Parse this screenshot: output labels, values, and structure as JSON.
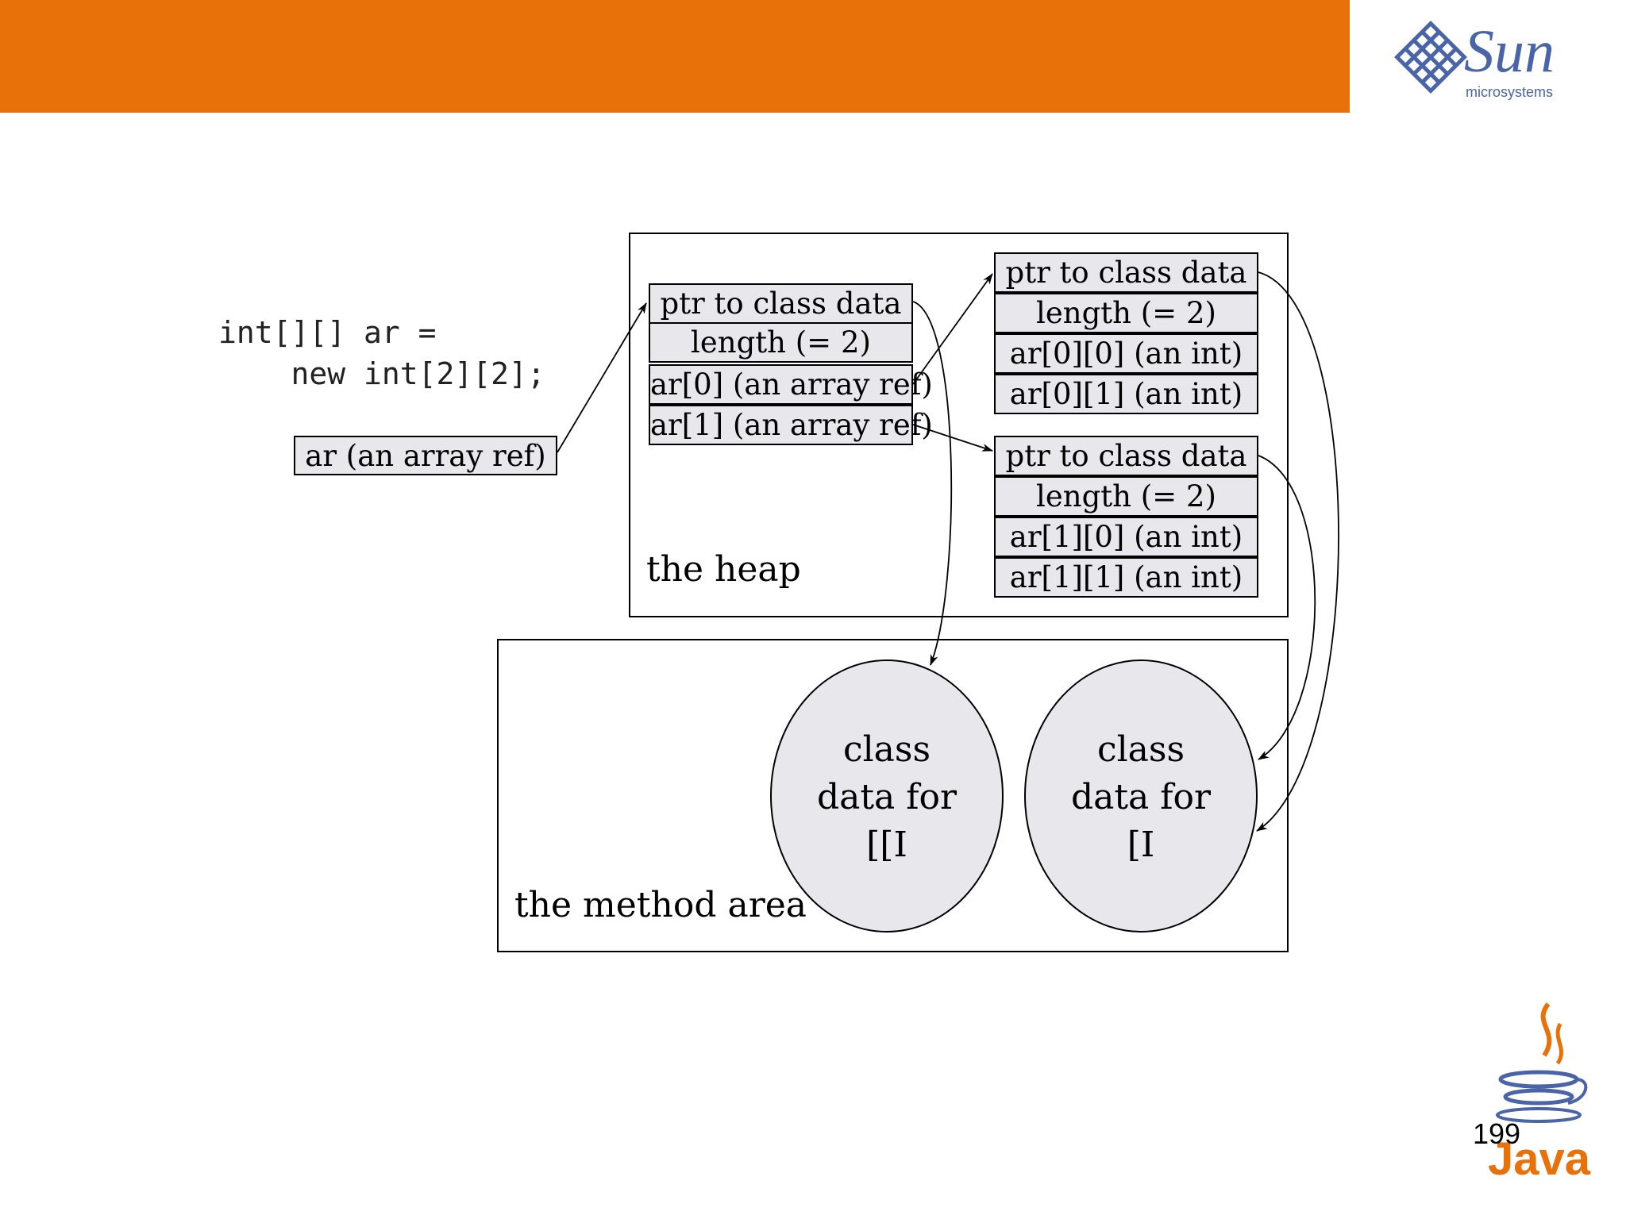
{
  "header": {
    "brand_color": "#e8710a",
    "logo": {
      "icon": "sun-diamond-icon",
      "wordmark": "Sun",
      "sub": "microsystems",
      "color": "#4a64a8"
    }
  },
  "code": {
    "line1": "int[][] ar =",
    "line2": "    new int[2][2];"
  },
  "ref_box": {
    "label": "ar (an array ref)"
  },
  "heap": {
    "label": "the heap",
    "outer_array": [
      "ptr to class data",
      "length (= 2)",
      "ar[0] (an array ref)",
      "ar[1] (an array ref)"
    ],
    "inner_array_0": [
      "ptr to class data",
      "length (= 2)",
      "ar[0][0] (an int)",
      "ar[0][1] (an int)"
    ],
    "inner_array_1": [
      "ptr to class data",
      "length (= 2)",
      "ar[1][0] (an int)",
      "ar[1][1] (an int)"
    ]
  },
  "method_area": {
    "label": "the method area",
    "class_2d": [
      "class",
      "data for",
      "[[I"
    ],
    "class_1d": [
      "class",
      "data for",
      "[I"
    ]
  },
  "footer": {
    "page_number": "199",
    "java_logo": {
      "icon": "java-cup-icon",
      "wordmark": "Java"
    }
  }
}
